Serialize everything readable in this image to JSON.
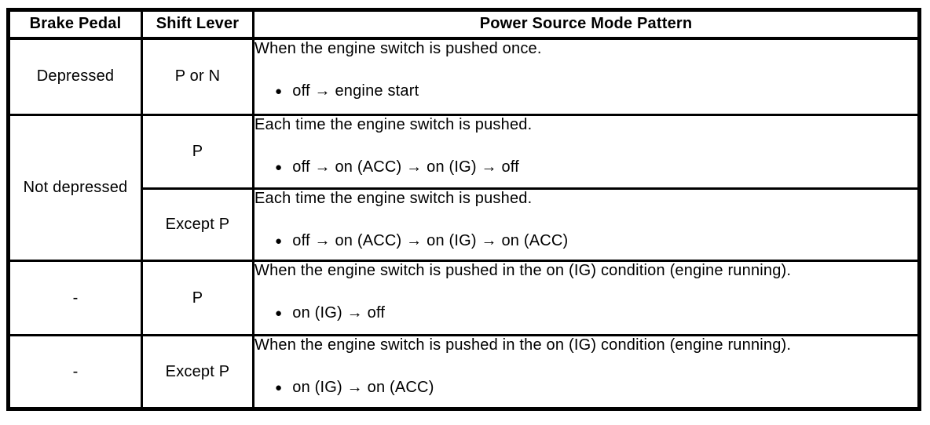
{
  "table": {
    "headers": [
      "Brake Pedal",
      "Shift Lever",
      "Power Source Mode Pattern"
    ],
    "bullet_char": "●",
    "rows": [
      {
        "brake_pedal": "Depressed",
        "shift_lever": "P or N",
        "description": "When the engine switch is pushed once.",
        "sequence": "off → engine start"
      },
      {
        "brake_pedal": "Not depressed",
        "shift_lever": "P",
        "description": "Each time the engine switch is pushed.",
        "sequence": "off → on (ACC) → on (IG) → off"
      },
      {
        "shift_lever": "Except P",
        "description": "Each time the engine switch is pushed.",
        "sequence": "off → on (ACC) → on (IG) → on (ACC)"
      },
      {
        "brake_pedal": "-",
        "shift_lever": "P",
        "description": "When the engine switch is pushed in the on (IG) condition (engine running).",
        "sequence": "on (IG) → off"
      },
      {
        "brake_pedal": "-",
        "shift_lever": "Except P",
        "description": "When the engine switch is pushed in the on (IG) condition (engine running).",
        "sequence": "on (IG) → on (ACC)"
      }
    ],
    "colors": {
      "border": "#000000",
      "text": "#000000",
      "background": "#ffffff"
    }
  }
}
